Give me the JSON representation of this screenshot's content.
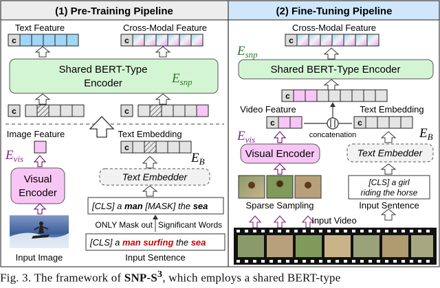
{
  "left": {
    "title": "(1) Pre-Training  Pipeline",
    "text_feature": "Text Feature",
    "cross_modal_feature": "Cross-Modal Feature",
    "encoder_line1": "Shared BERT-Type",
    "encoder_line2": "Encoder",
    "e_snp_main": "E",
    "e_snp_sub": "snp",
    "image_feature": "Image Feature",
    "text_embedding": "Text Embedding",
    "e_vis_main": "E",
    "e_vis_sub": "vis",
    "e_b_main": "E",
    "e_b_sub": "B",
    "visual_encoder_line1": "Visual",
    "visual_encoder_line2": "Encoder",
    "text_embedder": "Text Embedder",
    "masked_sentence": {
      "cls": "[CLS]",
      "a1": " a ",
      "man": "man",
      "mask": " [MASK] ",
      "the": "the ",
      "sea": "sea"
    },
    "mask_note_1": "ONLY Mask out",
    "mask_note_2": "Significant Words",
    "input_sentence_text": {
      "cls": "[CLS]",
      "a": " a ",
      "man_surfing": "man surfing",
      "the": " the ",
      "sea": "sea"
    },
    "input_image": "Input Image",
    "input_sentence": "Input Sentence",
    "token_c": "c"
  },
  "right": {
    "title": "(2) Fine-Tuning  Pipeline",
    "cross_modal_feature": "Cross-Modal Feature",
    "e_snp_main": "E",
    "e_snp_sub": "snp",
    "encoder": "Shared BERT-Type Encoder",
    "video_feature": "Video Feature",
    "text_embedding": "Text Embedding",
    "concatenation": "concatenation",
    "e_vis_main": "E",
    "e_vis_sub": "vis",
    "e_b_main": "E",
    "e_b_sub": "B",
    "visual_encoder": "Visual Encoder",
    "text_embedder": "Text Embedder",
    "sentence_line1_cls": "[CLS]",
    "sentence_line1_rest": " a girl",
    "sentence_line2": "riding the horse",
    "sparse_sampling": "Sparse Sampling",
    "input_sentence": "Input Sentence",
    "input_video": "Input Video",
    "token_c": "c"
  },
  "caption": {
    "fig": "Fig. 3.   The framework of ",
    "name": "SNP-S",
    "sup": "3",
    "rest": ", which employs a shared BERT-type"
  },
  "colors": {
    "green_fill": "#d4f5d4",
    "pink_fill": "#f7c6f5",
    "blue_header": "#cfe6fb",
    "purple_arrow": "#7a1f7a",
    "red_text": "#cc0000",
    "purple_label": "#7b2a86",
    "green_label": "#2a7a2a"
  }
}
